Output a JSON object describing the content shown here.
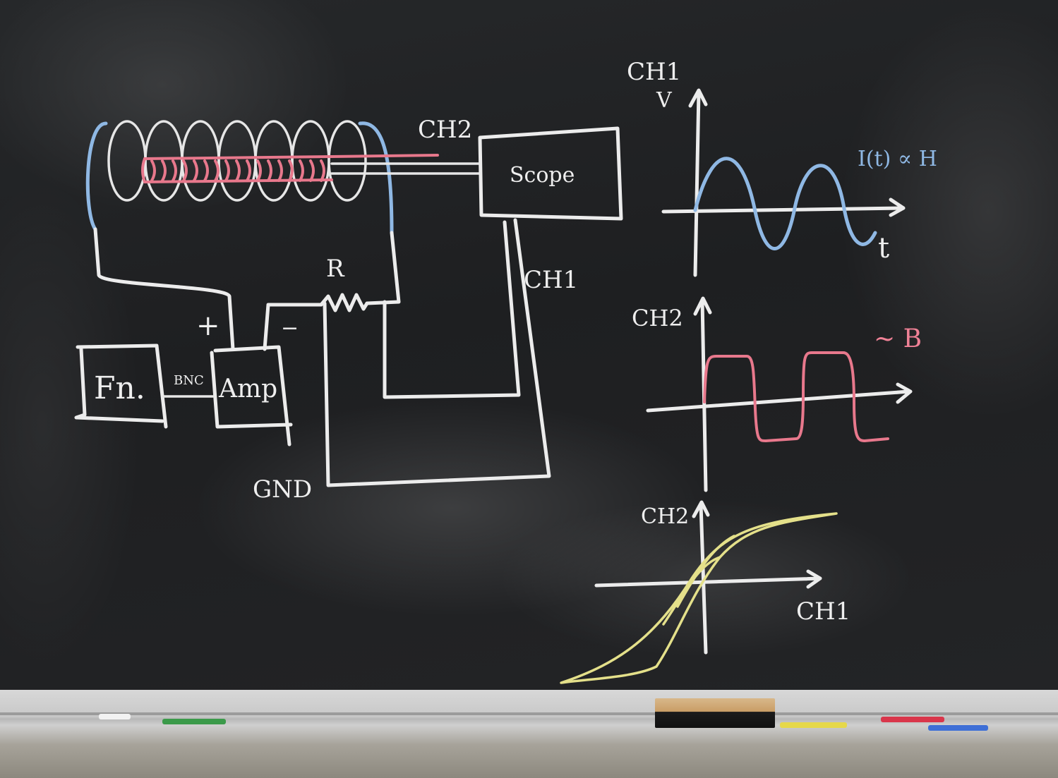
{
  "labels": {
    "ch2_scope": "CH2",
    "scope": "Scope",
    "ch1_scope": "CH1",
    "resistor": "R",
    "plus": "+",
    "minus": "−",
    "fn": "Fn.",
    "bnc": "BNC",
    "amp": "Amp",
    "gnd": "GND"
  },
  "graph_top": {
    "y_label": "CH1",
    "y_sub": "V",
    "x_label": "t",
    "curve_label": "I(t) ∝ H"
  },
  "graph_mid": {
    "y_label": "CH2",
    "curve_label": "~ B"
  },
  "graph_bottom": {
    "y_label": "CH2",
    "x_label": "CH1"
  },
  "colors": {
    "chalk_white": "#ececec",
    "chalk_blue": "#8fb8e4",
    "chalk_pink": "#e8788c",
    "chalk_yellow": "#e4e08a",
    "board": "#1f2022"
  }
}
